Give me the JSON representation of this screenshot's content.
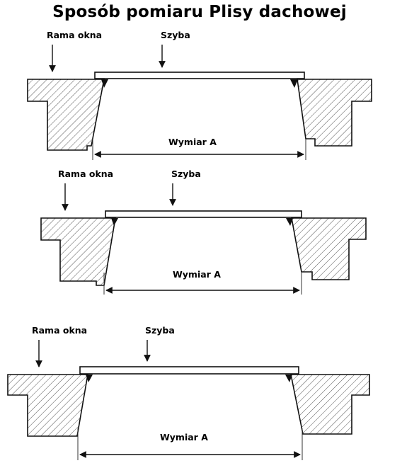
{
  "title": "Sposób pomiaru Plisy dachowej",
  "diagrams": [
    {
      "frame_label": "Rama okna",
      "glass_label": "Szyba",
      "dimension_label": "Wymiar A"
    },
    {
      "frame_label": "Rama okna",
      "glass_label": "Szyba",
      "dimension_label": "Wymiar A"
    },
    {
      "frame_label": "Rama okna",
      "glass_label": "Szyba",
      "dimension_label": "Wymiar A"
    }
  ]
}
